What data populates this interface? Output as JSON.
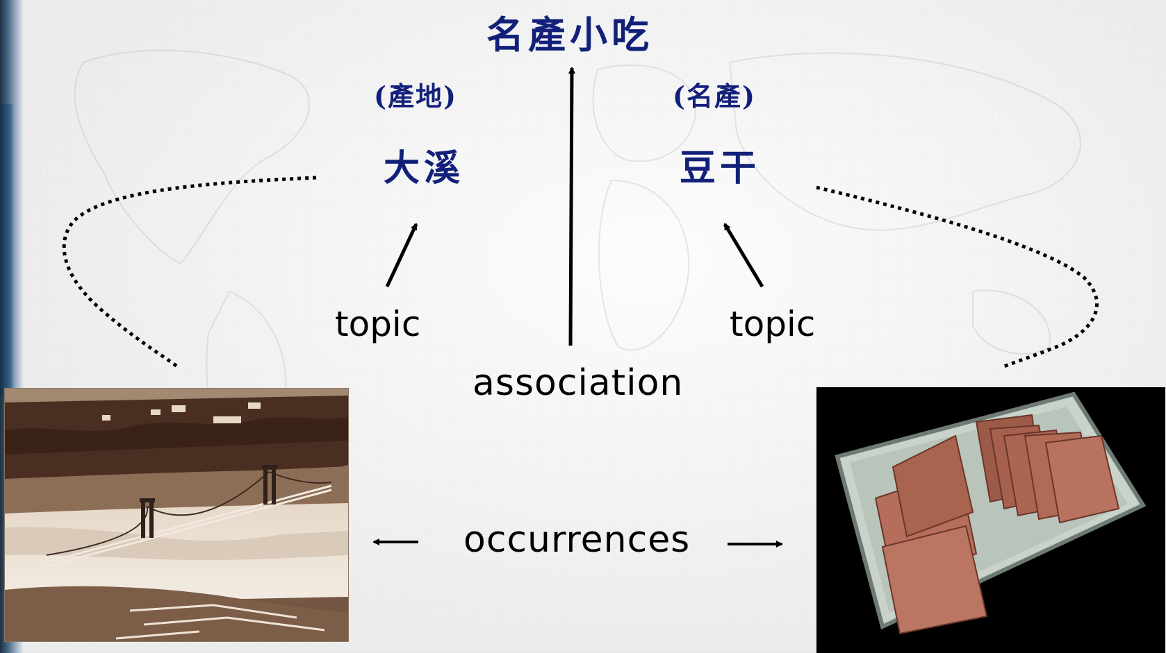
{
  "title": "名產小吃",
  "left": {
    "role": "(產地)",
    "topic": "大溪",
    "topic_label": "topic"
  },
  "right": {
    "role": "(名產)",
    "topic": "豆干",
    "topic_label": "topic"
  },
  "association_label": "association",
  "occurrences_label": "occurrences",
  "colors": {
    "chinese_text": "#13207a",
    "english_text": "#000000",
    "arrows": "#000000"
  }
}
